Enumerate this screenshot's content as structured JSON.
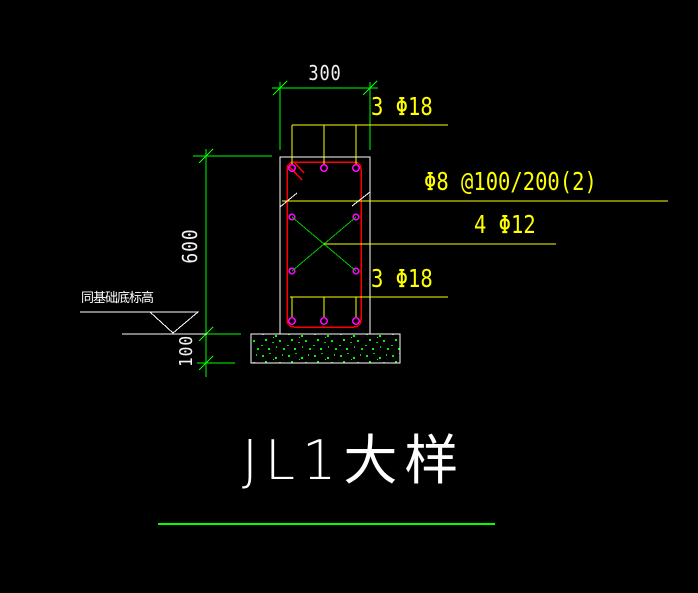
{
  "drawing": {
    "title": "JL1大样",
    "dimensions": {
      "section_width": "300",
      "section_height": "600",
      "footing_height": "100"
    },
    "rebar_labels": {
      "top_bars": "3 Φ18",
      "stirrup": "Φ8 @100/200(2)",
      "side_bars": "4 Φ12",
      "bottom_bars": "3 Φ18"
    },
    "annotations": {
      "elevation_note": "同基础底标高"
    },
    "colors": {
      "background": "#000000",
      "dimension_green": "#00ff00",
      "rebar_label_yellow": "#ffff00",
      "outline_white": "#ffffff",
      "stirrup_red": "#ff0000",
      "rebar_magenta": "#ff00ff"
    }
  }
}
